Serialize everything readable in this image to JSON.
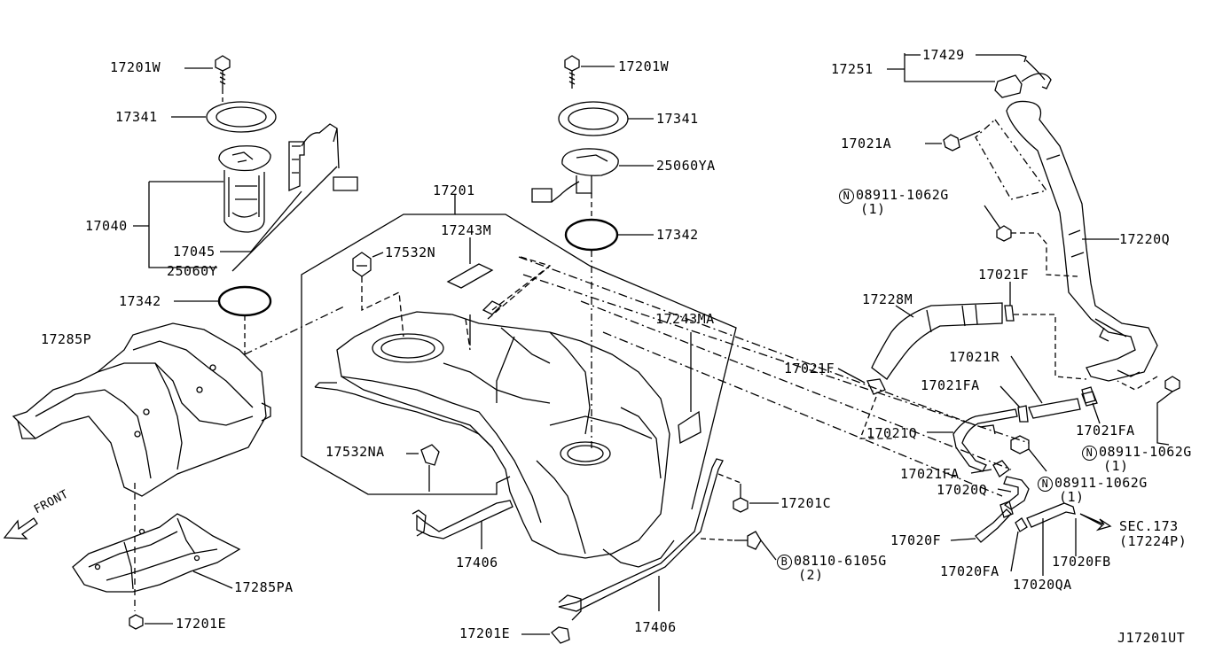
{
  "labels": {
    "p17201W_left": "17201W",
    "p17341_left": "17341",
    "p17040": "17040",
    "p17045": "17045",
    "p25060Y": "25060Y",
    "p17342_left": "17342",
    "p17285P": "17285P",
    "p17285PA": "17285PA",
    "p17201E_left": "17201E",
    "front": "FRONT",
    "p17201W_mid": "17201W",
    "p17341_mid": "17341",
    "p25060YA": "25060YA",
    "p17342_mid": "17342",
    "p17201": "17201",
    "p17243M": "17243M",
    "p17532N": "17532N",
    "p17243MA": "17243MA",
    "p17532NA": "17532NA",
    "p17406_a": "17406",
    "p17406_b": "17406",
    "p17201E_bottom": "17201E",
    "p17201C": "17201C",
    "p08110": "08110-6105G",
    "p08110_qty": "(2)",
    "p08110_circle": "B",
    "p17429": "17429",
    "p17251": "17251",
    "p17021A": "17021A",
    "p08911_top": "08911-1062G",
    "p08911_top_qty": "(1)",
    "p08911_top_circle": "N",
    "p17220Q": "17220Q",
    "p17021F_top": "17021F",
    "p17228M": "17228M",
    "p17021F_left": "17021F",
    "p17021R": "17021R",
    "p17021FA_a": "17021FA",
    "p17021FA_b": "17021FA",
    "p17021Q": "17021Q",
    "p08911_right": "08911-1062G",
    "p08911_right_qty": "(1)",
    "p08911_right_circle": "N",
    "p17021FA_c": "17021FA",
    "p08911_mid": "08911-1062G",
    "p08911_mid_qty": "(1)",
    "p08911_mid_circle": "N",
    "p17020Q": "17020Q",
    "p17020F": "17020F",
    "sec173": "SEC.173",
    "sec173_sub": "(17224P)",
    "p17020FA": "17020FA",
    "p17020FB": "17020FB",
    "p17020QA": "17020QA",
    "diagram_code": "J17201UT"
  }
}
